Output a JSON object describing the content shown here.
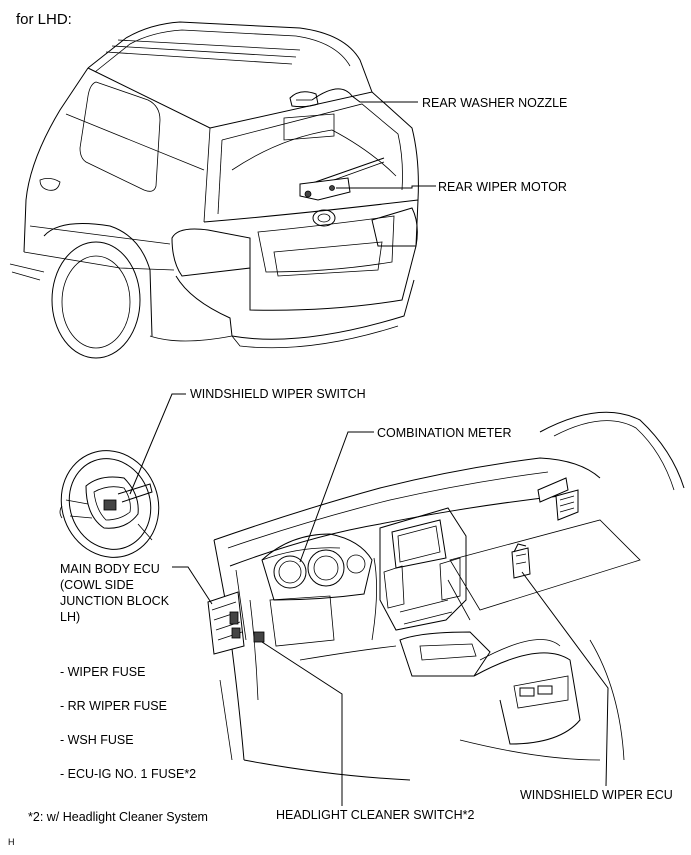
{
  "header": "for LHD:",
  "labels": {
    "rear_washer_nozzle": "REAR WASHER NOZZLE",
    "rear_wiper_motor": "REAR WIPER MOTOR",
    "windshield_wiper_switch": "WINDSHIELD WIPER SWITCH",
    "combination_meter": "COMBINATION METER",
    "main_body_ecu": [
      "MAIN BODY ECU",
      "(COWL SIDE",
      "JUNCTION BLOCK",
      "LH)"
    ],
    "headlight_cleaner_switch": "HEADLIGHT CLEANER SWITCH*2",
    "windshield_wiper_ecu": "WINDSHIELD WIPER ECU"
  },
  "fuses": [
    "- WIPER FUSE",
    "- RR WIPER FUSE",
    "- WSH FUSE",
    "- ECU-IG NO. 1  FUSE*2"
  ],
  "footnote": "*2: w/ Headlight Cleaner System",
  "corner_mark": "H"
}
